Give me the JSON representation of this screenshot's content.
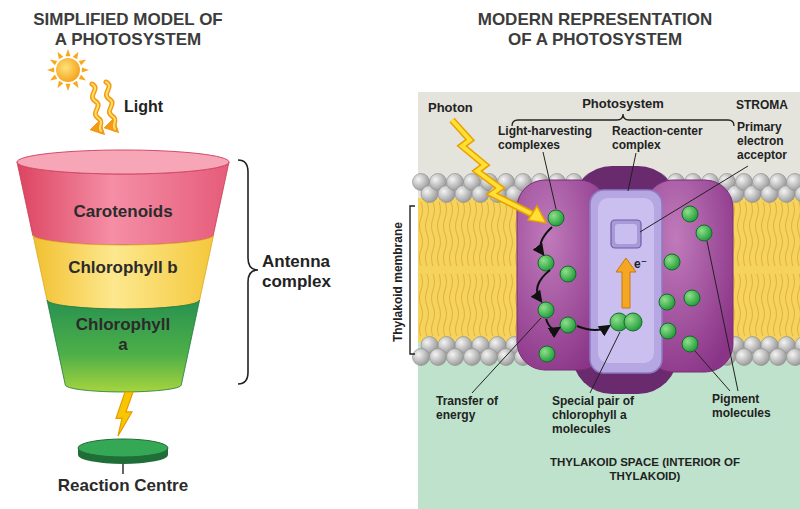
{
  "diagram": {
    "nodes": [
      {
        "text": [
          "Carotenoids"
        ]
      },
      {
        "text": [
          "Chlorophyll b"
        ]
      },
      {
        "text": [
          "Chlorophyll a"
        ]
      },
      {
        "text": [
          "Reaction Centre"
        ]
      }
    ],
    "edges": [
      {
        "from": 2,
        "to": 3,
        "arrow": "to"
      }
    ],
    "labels": [
      "SIMPLIFIED MODEL OF A PHOTOSYSTEM",
      "MODERN REPRESENTATION OF A PHOTOSYSTEM",
      "Light",
      "Antenna complex",
      "Photon",
      "Photosystem",
      "STROMA",
      "Light-harvesting complexes",
      "Reaction-center complex",
      "Primary electron acceptor",
      "Thylakoid membrane",
      "e⁻",
      "Transfer of energy",
      "Special pair of chlorophyll a molecules",
      "Pigment molecules",
      "THYLAKOID SPACE (INTERIOR OF THYLAKOID)"
    ]
  }
}
